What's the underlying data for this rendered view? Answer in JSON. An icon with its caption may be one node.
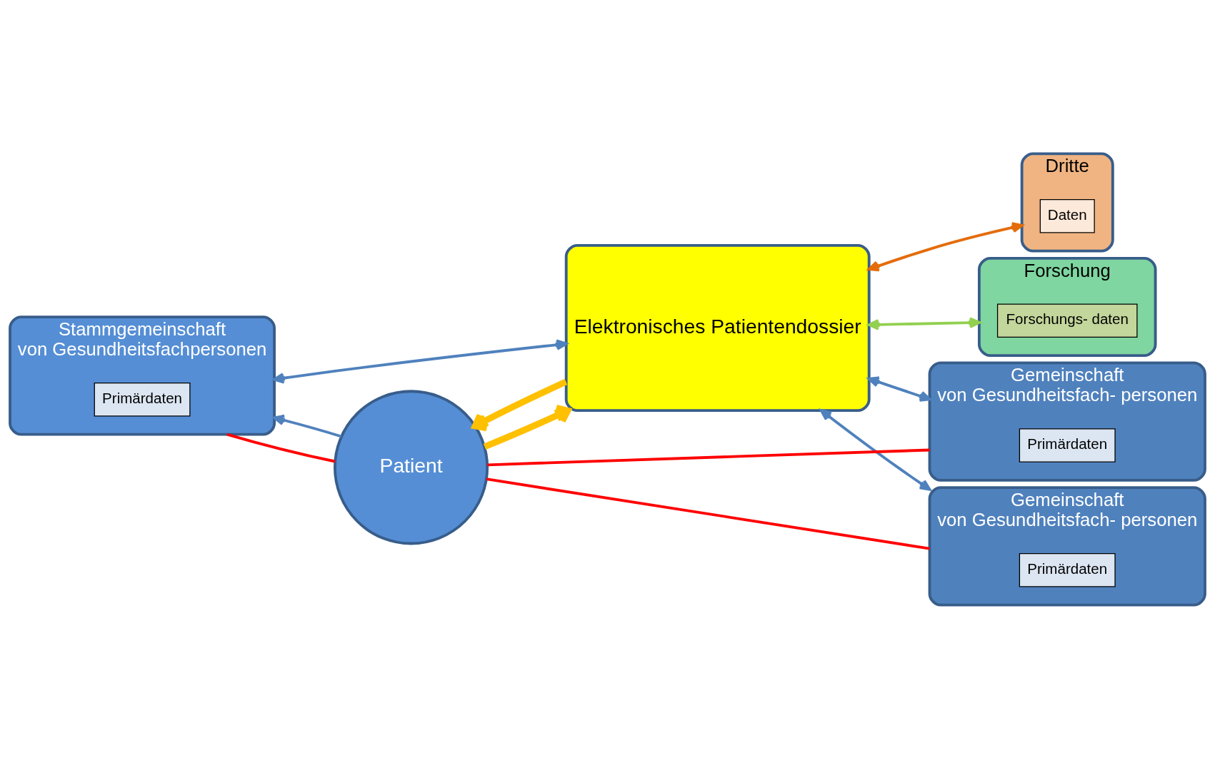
{
  "diagram": {
    "nodes": [
      {
        "text": [
          "Stammgemeinschaft",
          "von Gesundheitsfachpersonen"
        ]
      },
      {
        "text": [
          "Primärdaten"
        ],
        "in": 0
      },
      {
        "text": [
          "Dritte"
        ]
      },
      {
        "text": [
          "Daten"
        ],
        "in": 2
      },
      {
        "text": [
          "Forschung"
        ]
      },
      {
        "text": [
          "Forschungs- daten"
        ],
        "in": 4
      },
      {
        "text": [
          "Elektronisches Patientendossier"
        ]
      },
      {
        "text": [
          "Gemeinschaft",
          "von Gesundheitsfach- personen"
        ]
      },
      {
        "text": [
          "Primärdaten"
        ],
        "in": 7
      },
      {
        "text": [
          "Gemeinschaft",
          "von Gesundheitsfach- personen"
        ]
      },
      {
        "text": [
          "Primärdaten"
        ],
        "in": 9
      },
      {
        "text": [
          "Patient"
        ]
      }
    ],
    "edges": [
      {
        "from": 0,
        "to": 6,
        "arrow": "both",
        "color": "#4f81bd"
      },
      {
        "from": 0,
        "to": 11,
        "arrow": "none",
        "color": "#ff0000"
      },
      {
        "from": 11,
        "to": 0,
        "arrow": "to",
        "color": "#4f81bd"
      },
      {
        "from": 6,
        "to": 11,
        "arrow": "to",
        "color": "#ffc000",
        "style": "thick"
      },
      {
        "from": 11,
        "to": 6,
        "arrow": "to",
        "color": "#ffc000",
        "style": "thick"
      },
      {
        "from": 6,
        "to": 2,
        "arrow": "both",
        "color": "#e46c0a"
      },
      {
        "from": 6,
        "to": 4,
        "arrow": "both",
        "color": "#92d050"
      },
      {
        "from": 6,
        "to": 7,
        "arrow": "both",
        "color": "#4f81bd"
      },
      {
        "from": 6,
        "to": 9,
        "arrow": "both",
        "color": "#4f81bd"
      },
      {
        "from": 11,
        "to": 7,
        "arrow": "none",
        "color": "#ff0000"
      },
      {
        "from": 11,
        "to": 9,
        "arrow": "none",
        "color": "#ff0000"
      }
    ]
  }
}
